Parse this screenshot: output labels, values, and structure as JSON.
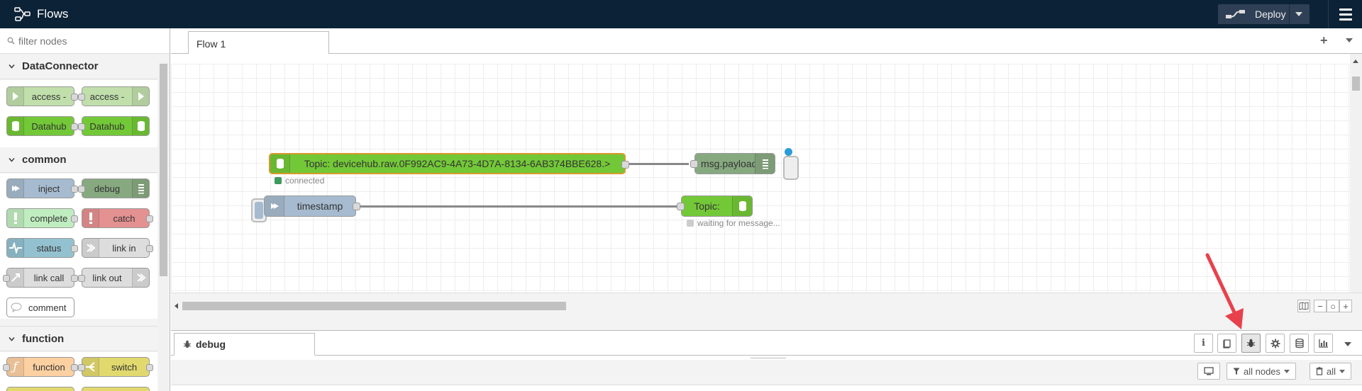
{
  "header": {
    "title": "Flows",
    "deploy_label": "Deploy"
  },
  "palette": {
    "search_placeholder": "filter nodes",
    "categories": [
      {
        "name": "DataConnector",
        "nodes": [
          "access -",
          "access -",
          "Datahub",
          "Datahub"
        ]
      },
      {
        "name": "common",
        "nodes": [
          "inject",
          "debug",
          "complete",
          "catch",
          "status",
          "link in",
          "link call",
          "link out",
          "comment"
        ]
      },
      {
        "name": "function",
        "nodes": [
          "function",
          "switch"
        ]
      }
    ]
  },
  "workspace": {
    "tab_label": "Flow 1",
    "add_symbol": "+",
    "flow_nodes": {
      "subscriber": {
        "label": "Topic: devicehub.raw.0F992AC9-4A73-4D7A-8134-6AB374BBE628.>",
        "status": "connected"
      },
      "debug_node": {
        "label": "msg.payload"
      },
      "inject_node": {
        "label": "timestamp"
      },
      "publisher": {
        "label": "Topic:",
        "status": "waiting for message..."
      }
    }
  },
  "zoom_controls": {
    "minus": "−",
    "reset": "○",
    "plus": "+"
  },
  "sidebar": {
    "active_tab": "debug",
    "filter_label": "all nodes",
    "clear_label": "all"
  },
  "colors": {
    "header_bg": "#0c2236",
    "datahub_green": "#73c837",
    "access_green": "#c0dfab",
    "debug_green": "#87a980",
    "inject_blue": "#a6bbcf",
    "status_connected": "#3c9a5d",
    "status_waiting": "#cccccc",
    "annotation_red": "#e8414c"
  }
}
